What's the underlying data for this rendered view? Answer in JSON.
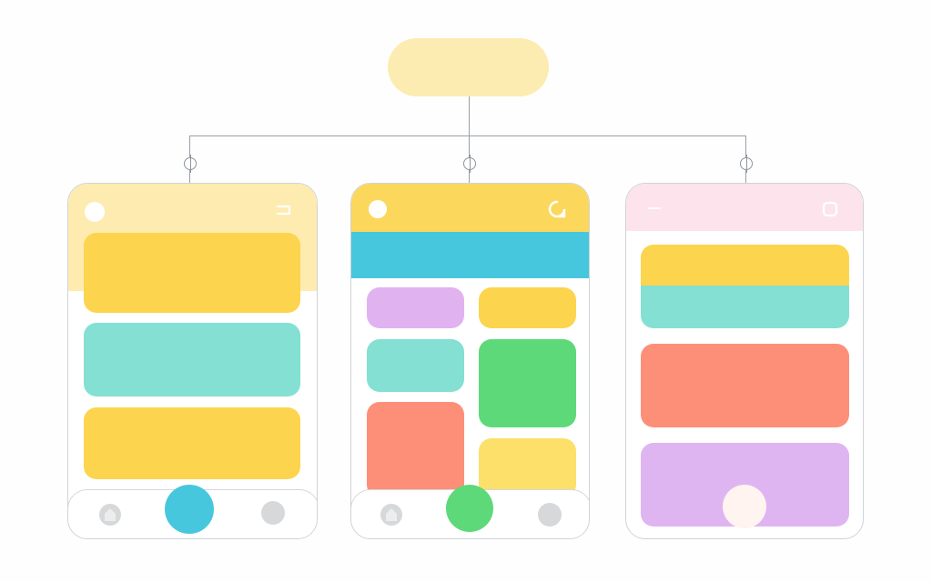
{
  "diagram": {
    "root": {
      "label": "",
      "color": "#fdecb1"
    },
    "connector_color": "#9aa0a6",
    "screens": [
      {
        "id": "screen-list",
        "header_color": "#fdebb0",
        "blocks": [
          "#fcd44e",
          "#83e0d2",
          "#fcd44e"
        ],
        "nav_icons": [
          "home-icon",
          "fab-button",
          "profile-icon"
        ],
        "fab_color": "#47c7de"
      },
      {
        "id": "screen-grid",
        "header_color": "#fbd85c",
        "band_color": "#47c7de",
        "blocks": [
          "#e1b2f0",
          "#fcd44e",
          "#83e0d2",
          "#5dd97a",
          "#fd8f79",
          "#fce06a"
        ],
        "nav_icons": [
          "home-icon",
          "fab-button",
          "profile-icon"
        ],
        "fab_color": "#5dd97a"
      },
      {
        "id": "screen-detail",
        "header_color": "#fce3ec",
        "blocks": [
          "#fcd44e",
          "#83e0d2",
          "#fd8f79",
          "#dfb5f1"
        ],
        "fab_color": "#fff4f0"
      }
    ]
  }
}
